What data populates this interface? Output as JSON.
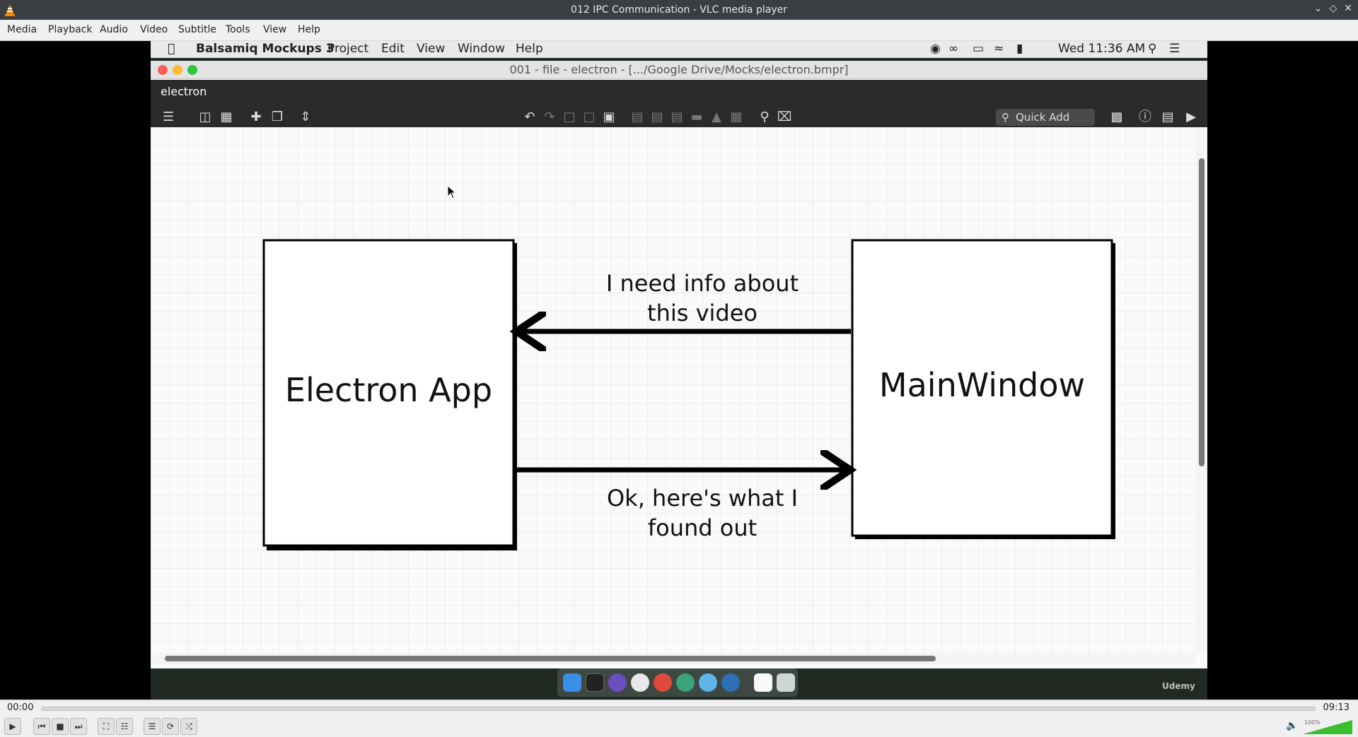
{
  "vlc": {
    "title": "012 IPC Communication - VLC media player",
    "menu": [
      "Media",
      "Playback",
      "Audio",
      "Video",
      "Subtitle",
      "Tools",
      "View",
      "Help"
    ],
    "time_elapsed": "00:00",
    "time_total": "09:13",
    "progress": 0.0,
    "volume_label": "100%",
    "volume": 1.0
  },
  "mac": {
    "app_name": "Balsamiq Mockups 3",
    "menu": [
      "Project",
      "Edit",
      "View",
      "Window",
      "Help"
    ],
    "clock": "Wed 11:36 AM",
    "status_icons": [
      "record-icon",
      "glasses-icon",
      "airplay-icon",
      "wifi-icon",
      "battery-icon",
      "spotlight-icon",
      "list-icon"
    ]
  },
  "balsamiq": {
    "window_title": "001 - file - electron - [.../Google Drive/Mocks/electron.bmpr]",
    "doc_name": "electron",
    "quick_add_placeholder": "Quick Add"
  },
  "diagram": {
    "left_box": "Electron App",
    "right_box": "MainWindow",
    "top_arrow_label_1": "I need info about",
    "top_arrow_label_2": "this video",
    "bottom_arrow_label_1": "Ok, here's what I",
    "bottom_arrow_label_2": "found out"
  },
  "watermark": "Udemy",
  "colors": {
    "mac_close": "#fc5f57",
    "mac_min": "#fdbc2e",
    "mac_max": "#28c840",
    "toolbar_bg": "#2b2b2b",
    "vlc_cone": "#f08a00"
  }
}
